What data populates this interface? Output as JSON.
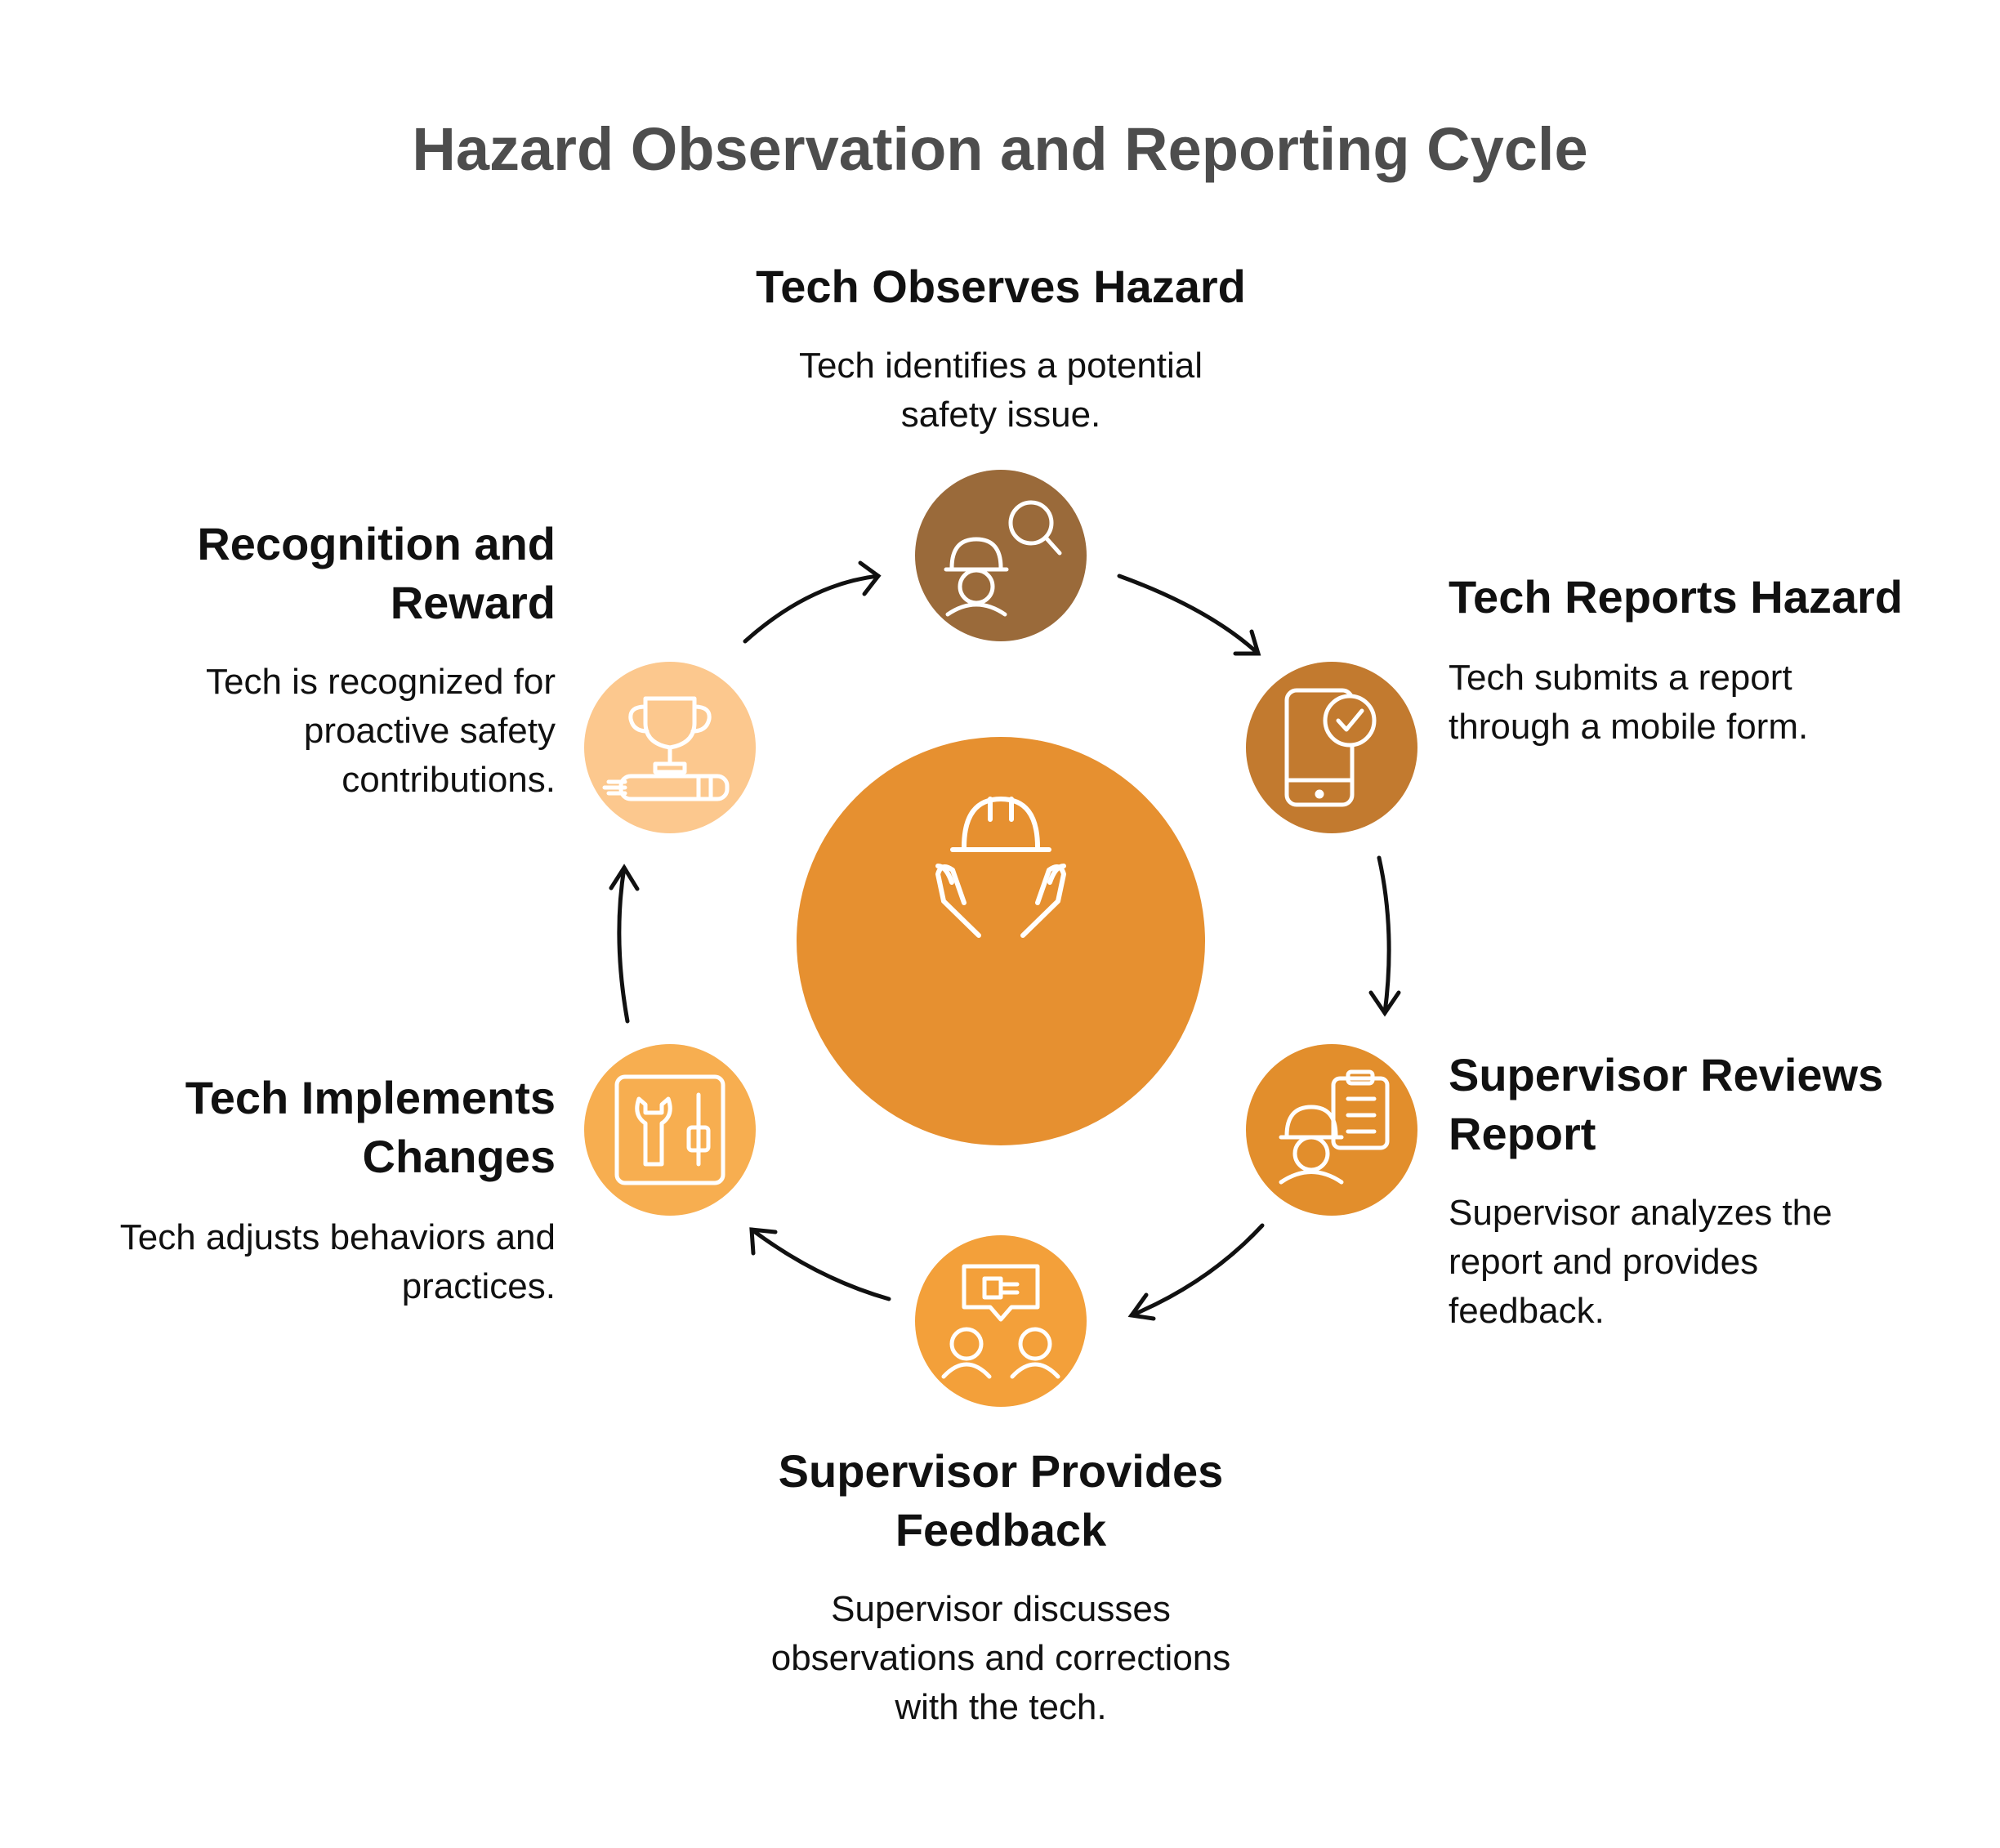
{
  "title": "Hazard Observation and Reporting Cycle",
  "colors": {
    "observe": "#9a6a3a",
    "report": "#c27a2f",
    "review": "#e28e2c",
    "feedback": "#f3a03a",
    "implement": "#f7ae50",
    "reward": "#fcc88e",
    "center": "#e69030"
  },
  "steps": [
    {
      "title": "Tech Observes Hazard",
      "description": "Tech identifies a potential safety issue.",
      "icon": "worker-search-icon"
    },
    {
      "title": "Tech Reports Hazard",
      "description": "Tech submits a report through a mobile form.",
      "icon": "mobile-check-icon"
    },
    {
      "title": "Supervisor Reviews Report",
      "description": "Supervisor analyzes the report and provides feedback.",
      "icon": "worker-clipboard-icon"
    },
    {
      "title": "Supervisor Provides Feedback",
      "description": "Supervisor discusses observations and corrections with the tech.",
      "icon": "discussion-icon"
    },
    {
      "title": "Tech Implements Changes",
      "description": "Tech adjusts behaviors and practices.",
      "icon": "tools-panel-icon"
    },
    {
      "title": "Recognition and Reward",
      "description": "Tech is recognized for proactive safety contributions.",
      "icon": "trophy-icon"
    }
  ],
  "center_icon": "hands-helmet-icon"
}
